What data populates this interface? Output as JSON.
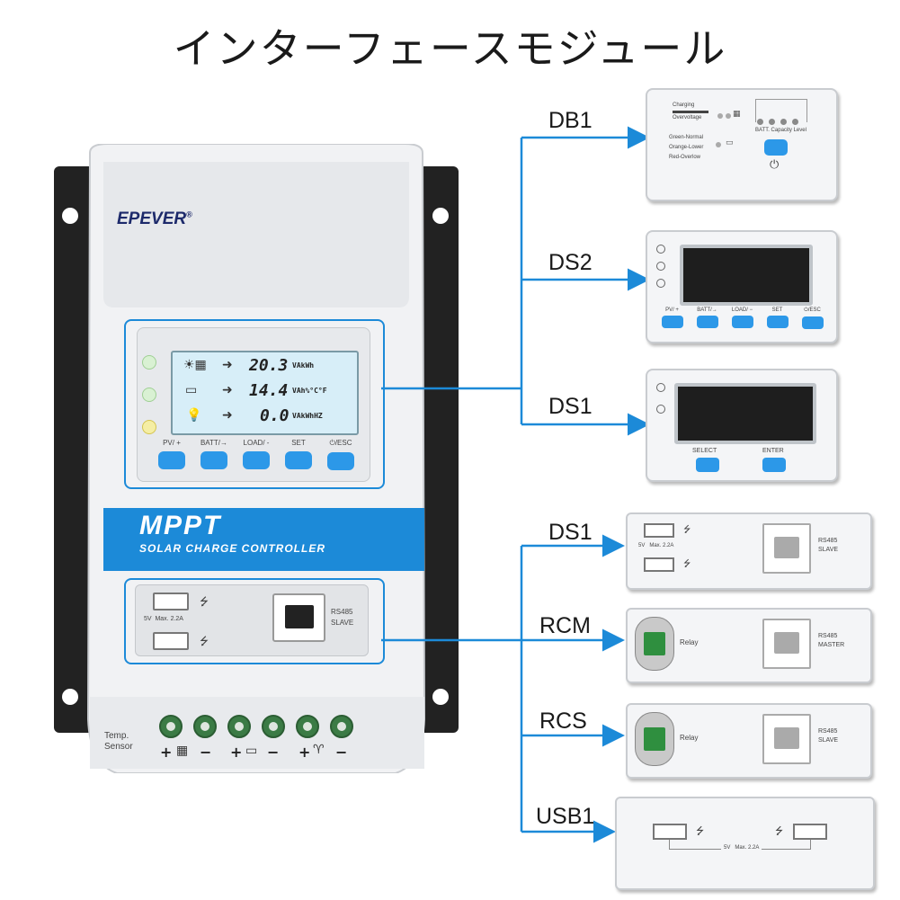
{
  "title": "インターフェースモジュール",
  "brand": "EPEVER",
  "brand_mark": "®",
  "accent_color": "#1c8ad8",
  "controller": {
    "product_line": "MPPT",
    "product_subtitle": "SOLAR CHARGE CONTROLLER",
    "lcd": {
      "rows": [
        {
          "value": "20.3",
          "unit": "VAkWh"
        },
        {
          "value": "14.4",
          "unit": "VAh%°C°F"
        },
        {
          "value": "0.0",
          "unit": "VAkWhHZ"
        }
      ]
    },
    "buttons": [
      "PV/ +",
      "BATT/→",
      "LOAD/ -",
      "SET",
      "⏻/ESC"
    ],
    "usb_spec": "5V  Max. 2.2A",
    "rs485_label": "RS485",
    "rs485_role": "SLAVE",
    "temp_label_1": "Temp.",
    "temp_label_2": "Sensor",
    "terminal_signs": [
      "+",
      "−",
      "+",
      "−",
      "+",
      "−"
    ]
  },
  "modules": [
    {
      "label": "DB1",
      "texts": {
        "charging": "Charging",
        "overvoltage": "Overvoltage",
        "green": "Green-Normal",
        "orange": "Orange-Lower",
        "red": "Red-Overlow",
        "capacity": "BATT. Capacity Level"
      }
    },
    {
      "label": "DS2",
      "buttons": [
        "PV/ +",
        "BATT/→",
        "LOAD/ −",
        "SET",
        "⏻/ESC"
      ]
    },
    {
      "label": "DS1",
      "buttons": [
        "SELECT",
        "ENTER"
      ]
    },
    {
      "label": "DS1",
      "usb_spec": "5V   Max. 2.2A",
      "port": "RS485",
      "role": "SLAVE"
    },
    {
      "label": "RCM",
      "relay": "Relay",
      "port": "RS485",
      "role": "MASTER"
    },
    {
      "label": "RCS",
      "relay": "Relay",
      "port": "RS485",
      "role": "SLAVE"
    },
    {
      "label": "USB1",
      "usb_spec": "5V   Max. 2.2A"
    }
  ]
}
